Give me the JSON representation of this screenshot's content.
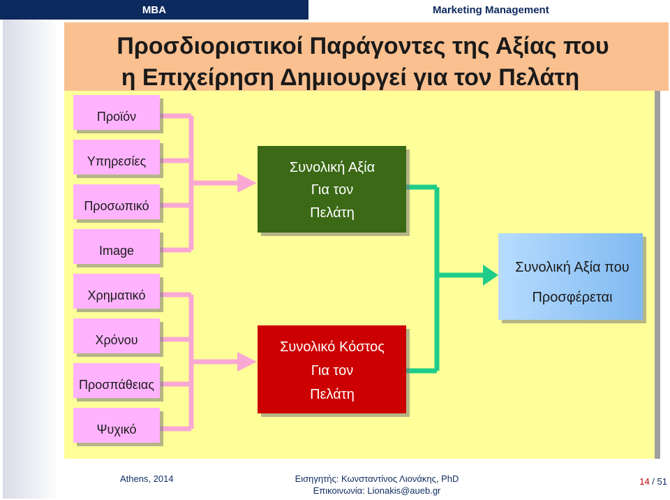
{
  "header": {
    "left_label": "MBA",
    "right_label": "Marketing Management"
  },
  "slide": {
    "title_line1": "Προσδιοριστικοί Παράγοντες της Αξίας που",
    "title_line2": "η Επιχείρηση Δημιουργεί για τον Πελάτη",
    "value_factors": [
      "Προϊόν",
      "Υπηρεσίες",
      "Προσωπικό",
      "Image"
    ],
    "cost_factors": [
      "Χρηματικό",
      "Χρόνου",
      "Προσπάθειας",
      "Ψυχικό"
    ],
    "total_value_box": [
      "Συνολική Αξία",
      "Για τον",
      "Πελάτη"
    ],
    "total_cost_box": [
      "Συνολικό Κόστος",
      "Για τον",
      "Πελάτη"
    ],
    "offered_value_box": [
      "Συνολική Αξία που",
      "Προσφέρεται"
    ],
    "colors": {
      "title_bg": "#fac090",
      "content_bg": "#ffff99",
      "factor_box": "#ffb3ff",
      "value_box": "#3a6914",
      "cost_box": "#cc0000",
      "offered_box": "#99ccff",
      "pink_connector": "#f9a8d4",
      "green_connector": "#1fcc8a"
    }
  },
  "footer": {
    "date": "Athens, 2014",
    "lecturer": "Εισηγητής: Κωνσταντίνος Λιονάκης, PhD",
    "contact": "Επικοινωνία: Lionakis@aueb.gr",
    "page_current": "14",
    "page_sep": " / ",
    "page_total": "51"
  }
}
